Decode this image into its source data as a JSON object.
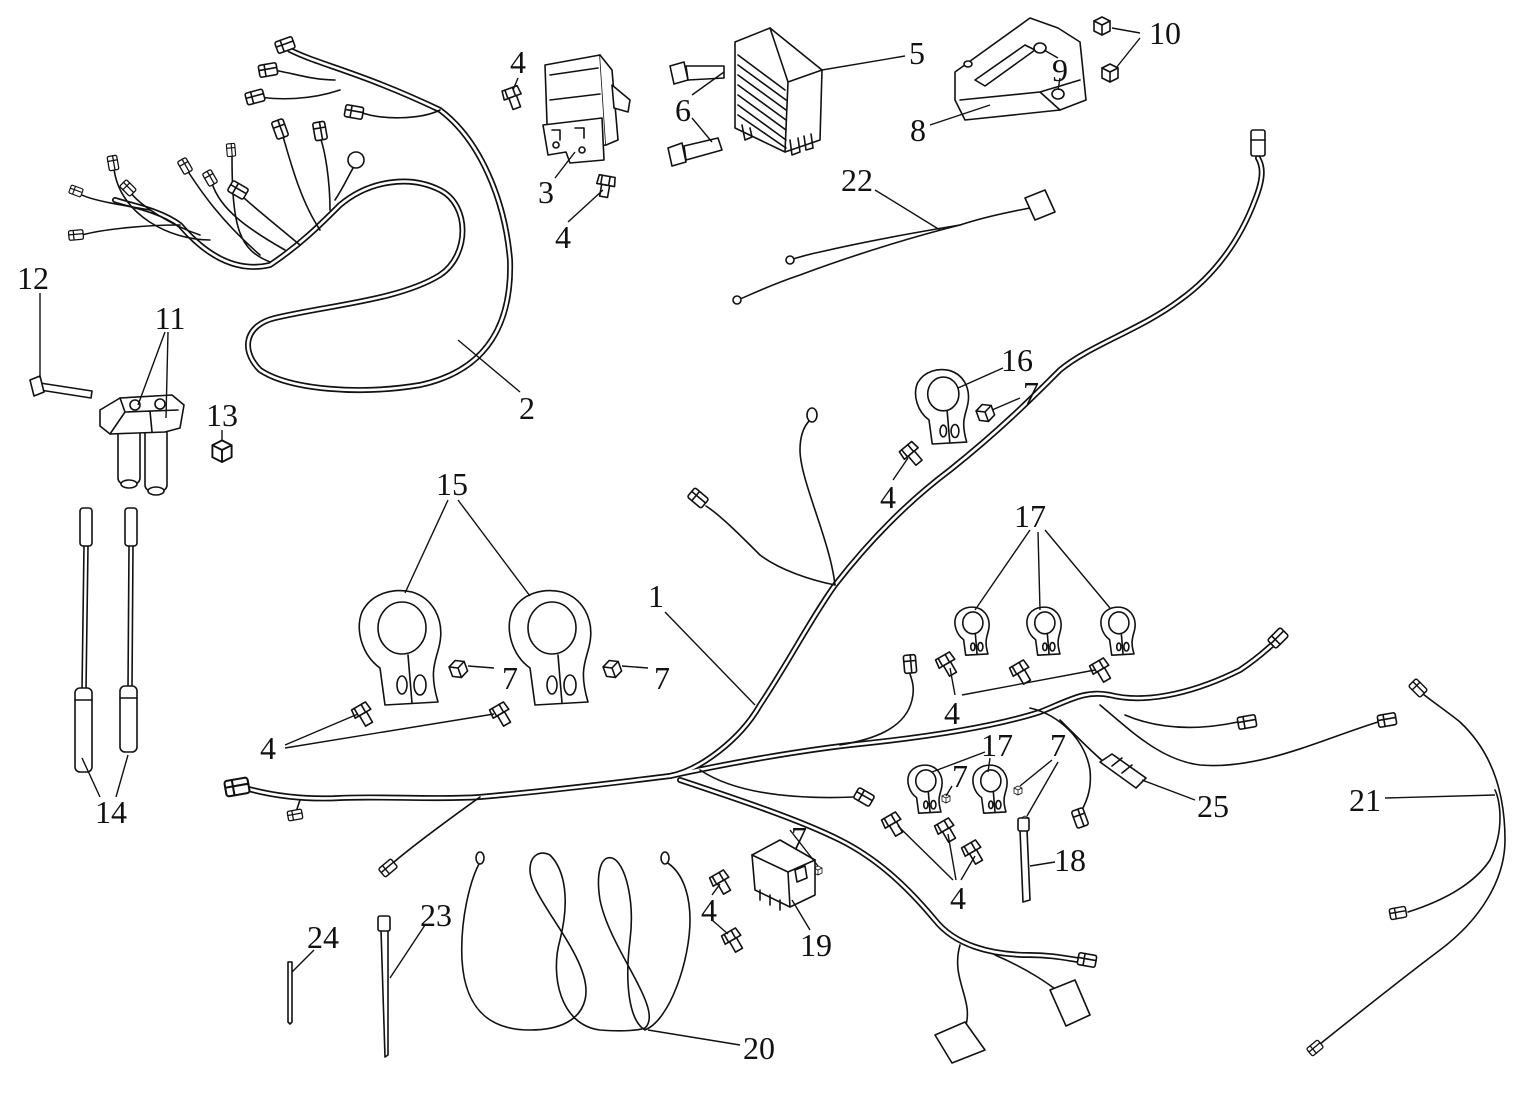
{
  "callouts": [
    "4",
    "10",
    "5",
    "9",
    "6",
    "8",
    "3",
    "4",
    "22",
    "12",
    "11",
    "2",
    "13",
    "16",
    "7",
    "4",
    "15",
    "17",
    "1",
    "7",
    "7",
    "4",
    "4",
    "17",
    "7",
    "7",
    "14",
    "25",
    "21",
    "7",
    "18",
    "4",
    "4",
    "19",
    "24",
    "23",
    "20"
  ],
  "colors": {
    "line": "#111111",
    "background": "#ffffff"
  }
}
